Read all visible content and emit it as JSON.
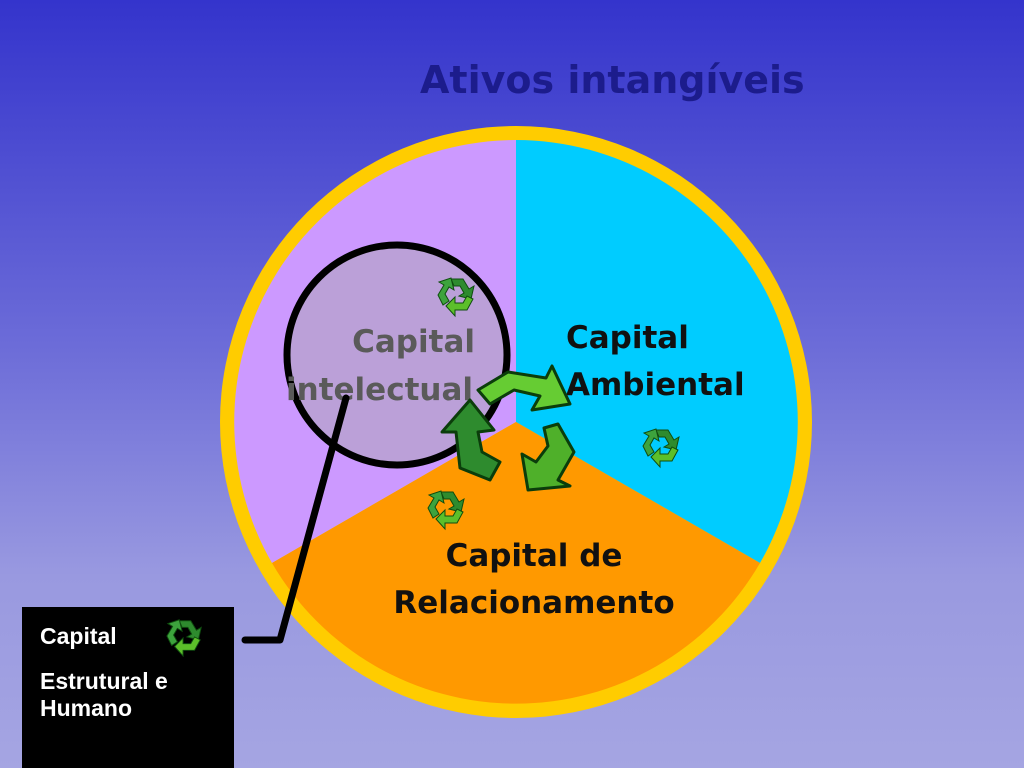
{
  "title": "Ativos intangíveis",
  "segments": {
    "intelectual": {
      "line1": "Capital",
      "line2": "intelectual",
      "color": "#cc99ff"
    },
    "ambiental": {
      "line1": "Capital",
      "line2": "Ambiental",
      "color": "#00ccff"
    },
    "relacionamento": {
      "line1": "Capital de",
      "line2": "Relacionamento",
      "color": "#ff9900"
    }
  },
  "ring_color": "#ffcc00",
  "highlight_fill": "#bba0d8",
  "legend": {
    "line1": "Capital",
    "line2": "Estrutural e Humano"
  },
  "icons": {
    "small": "recycle-icon",
    "large": "recycle-icon",
    "green_dark": "#1f7a1f",
    "green_light": "#66cc33"
  }
}
